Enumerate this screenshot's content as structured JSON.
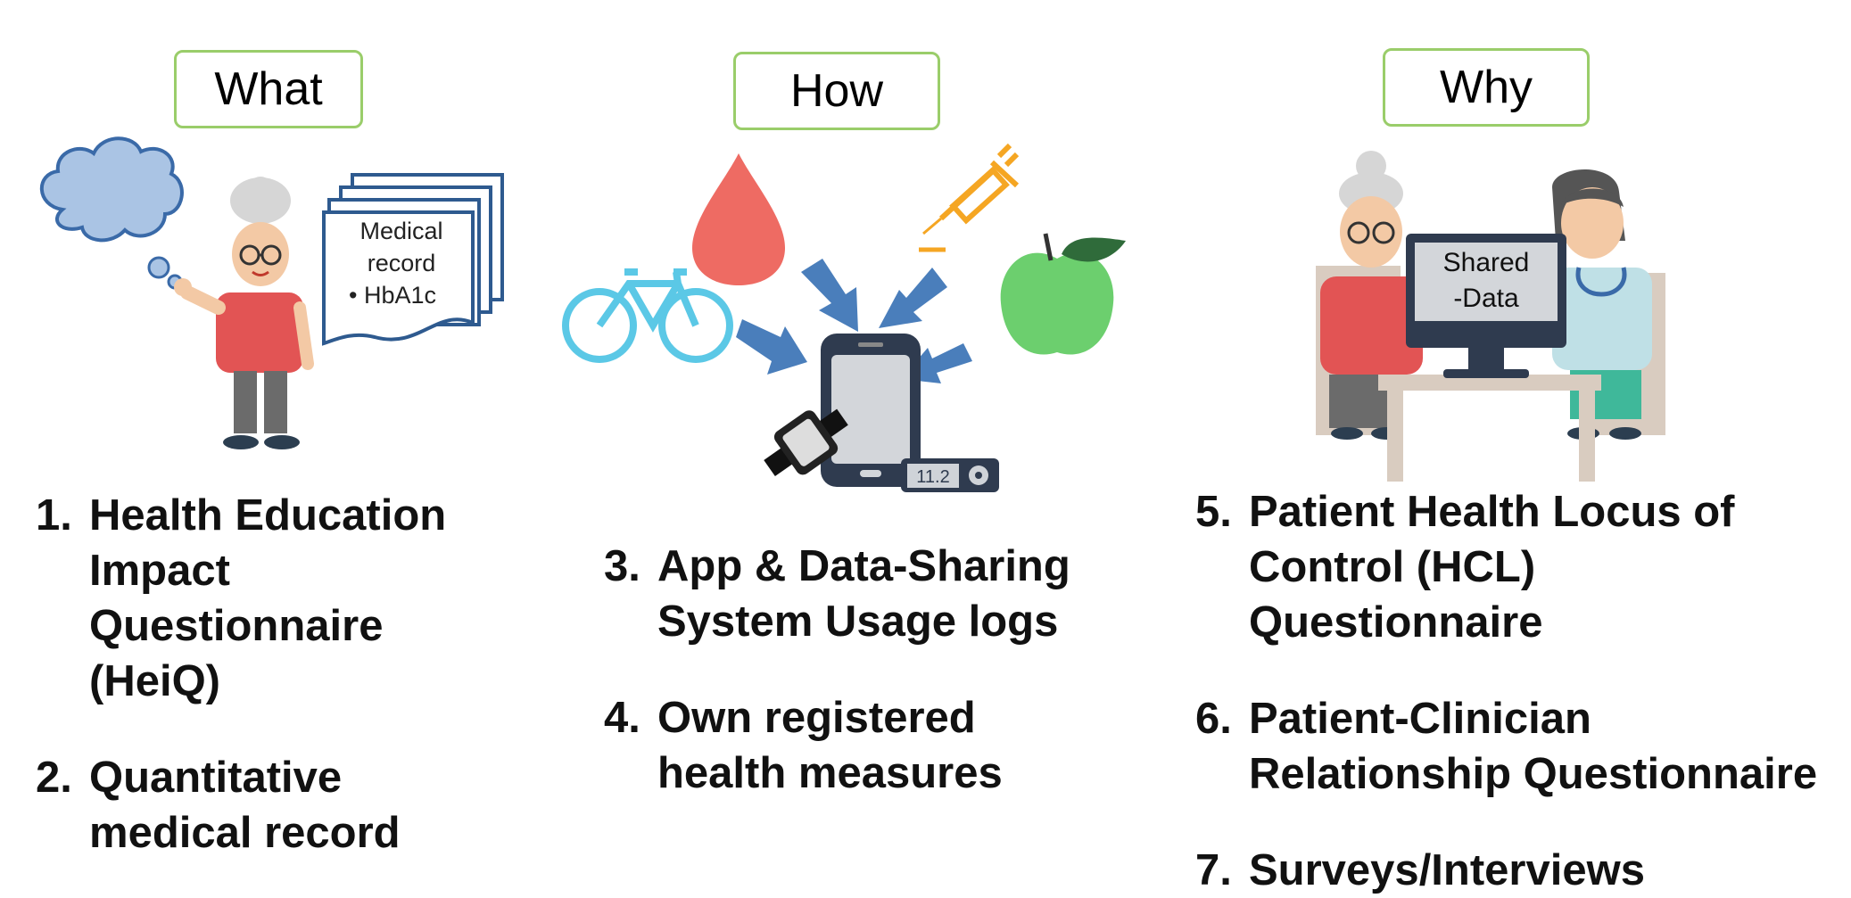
{
  "headers": {
    "what": "What",
    "how": "How",
    "why": "Why"
  },
  "illustrations": {
    "document": {
      "line1": "Medical",
      "line2": "record",
      "bullet": "• HbA1c"
    },
    "glucometer_reading": "11.2",
    "screen": {
      "line1": "Shared",
      "line2": "-Data"
    }
  },
  "what_items": [
    {
      "num": "1.",
      "text": "Health Education Impact Questionnaire (HeiQ)"
    },
    {
      "num": "2.",
      "text": "Quantitative medical record"
    }
  ],
  "how_items": [
    {
      "num": "3.",
      "text": "App & Data-Sharing System Usage logs"
    },
    {
      "num": "4.",
      "text": "Own registered health measures"
    }
  ],
  "why_items": [
    {
      "num": "5.",
      "text": "Patient Health Locus of Control (HCL) Questionnaire"
    },
    {
      "num": "6.",
      "text": "Patient-Clinician Relationship Questionnaire"
    },
    {
      "num": "7.",
      "text": "Surveys/Interviews"
    }
  ],
  "colors": {
    "header_border": "#9acd6a",
    "arrow": "#4a7ebb",
    "document_border": "#2e5a8f",
    "drop": "#ee6b63",
    "bike": "#5bc8e6",
    "syringe": "#f5a623",
    "apple": "#6ccf6e",
    "cloud": "#aac4e4"
  }
}
